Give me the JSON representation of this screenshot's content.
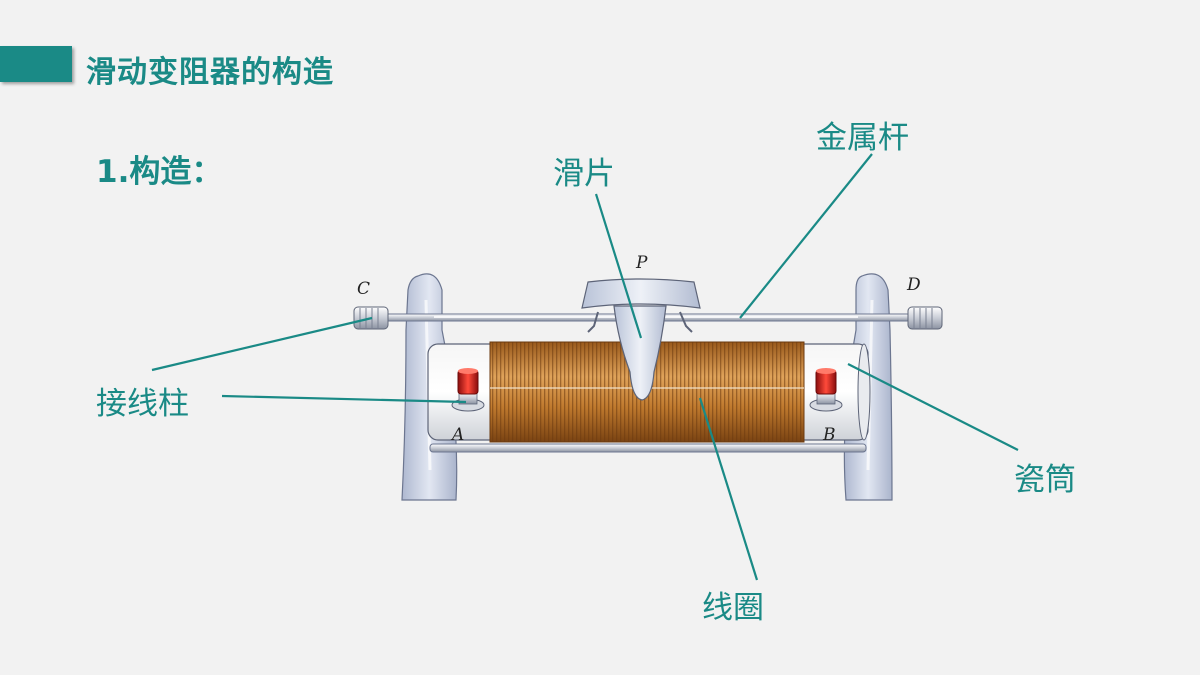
{
  "header": {
    "title": "滑动变阻器的构造"
  },
  "section": {
    "heading": "1.构造："
  },
  "callouts": {
    "slider": "滑片",
    "metal_rod": "金属杆",
    "binding_post": "接线柱",
    "porcelain_tube": "瓷筒",
    "coil": "线圈"
  },
  "terminals": {
    "a": "A",
    "b": "B",
    "c": "C",
    "d": "D",
    "p": "P"
  },
  "colors": {
    "accent": "#1a8a86",
    "coil": "#c07a2e",
    "frame": "#c7d0e4",
    "post": "#cc1f1f"
  }
}
